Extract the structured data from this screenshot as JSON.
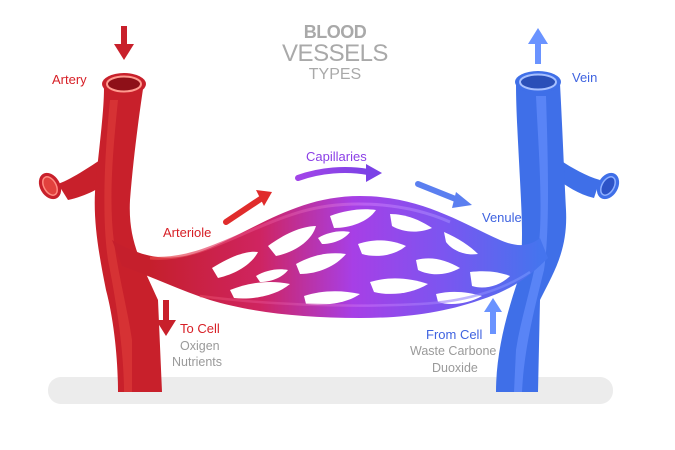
{
  "title": {
    "line1": "BLOOD",
    "line2": "VESSELS",
    "line3": "TYPES"
  },
  "labels": {
    "artery": "Artery",
    "arteriole": "Arteriole",
    "capillaries": "Capillaries",
    "venule": "Venule",
    "vein": "Vein"
  },
  "to_cell": {
    "heading": "To Cell",
    "items": [
      "Oxigen",
      "Nutrients"
    ]
  },
  "from_cell": {
    "heading": "From Cell",
    "items": [
      "Waste Carbone",
      "Duoxide"
    ]
  },
  "colors": {
    "artery": "#c8202b",
    "artery_light": "#e2413d",
    "vein": "#3f6fe8",
    "vein_light": "#6a93ff",
    "capillary": "#a245e8",
    "ground": "#ececec",
    "title": "#a9a9a9"
  }
}
